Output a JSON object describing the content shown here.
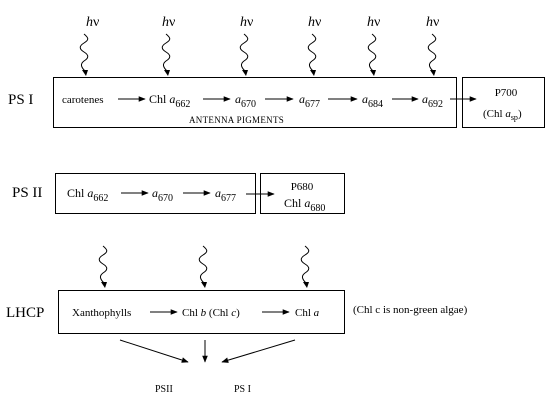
{
  "light": {
    "h": "h",
    "nu": "ν"
  },
  "ps1": {
    "label": "PS I",
    "chain": {
      "carotenes": "carotenes",
      "chl": "Chl ",
      "a": "a",
      "s662": "662",
      "s670": "670",
      "s677": "677",
      "s684": "684",
      "s692": "692"
    },
    "caption": "ANTENNA PIGMENTS",
    "center": {
      "name": "P700",
      "open": "(Chl ",
      "a": "a",
      "sub": "sp",
      "close": ")"
    }
  },
  "ps2": {
    "label": "PS II",
    "chain": {
      "chl": "Chl ",
      "a": "a",
      "s662": "662",
      "s670": "670",
      "s677": "677"
    },
    "center": {
      "name": "P680",
      "chl": "Chl ",
      "a": "a",
      "sub": "680"
    }
  },
  "lhcp": {
    "label": "LHCP",
    "xanthophylls": "Xanthophylls",
    "chlb_prefix": "Chl ",
    "b": "b",
    "chlc_open": "(Chl ",
    "c": "c",
    "chlc_close": ")",
    "chla_prefix": "Chl ",
    "a": "a",
    "note": "(Chl c is non-green algae)",
    "out_psii": "PSII",
    "out_psi": "PS I"
  }
}
